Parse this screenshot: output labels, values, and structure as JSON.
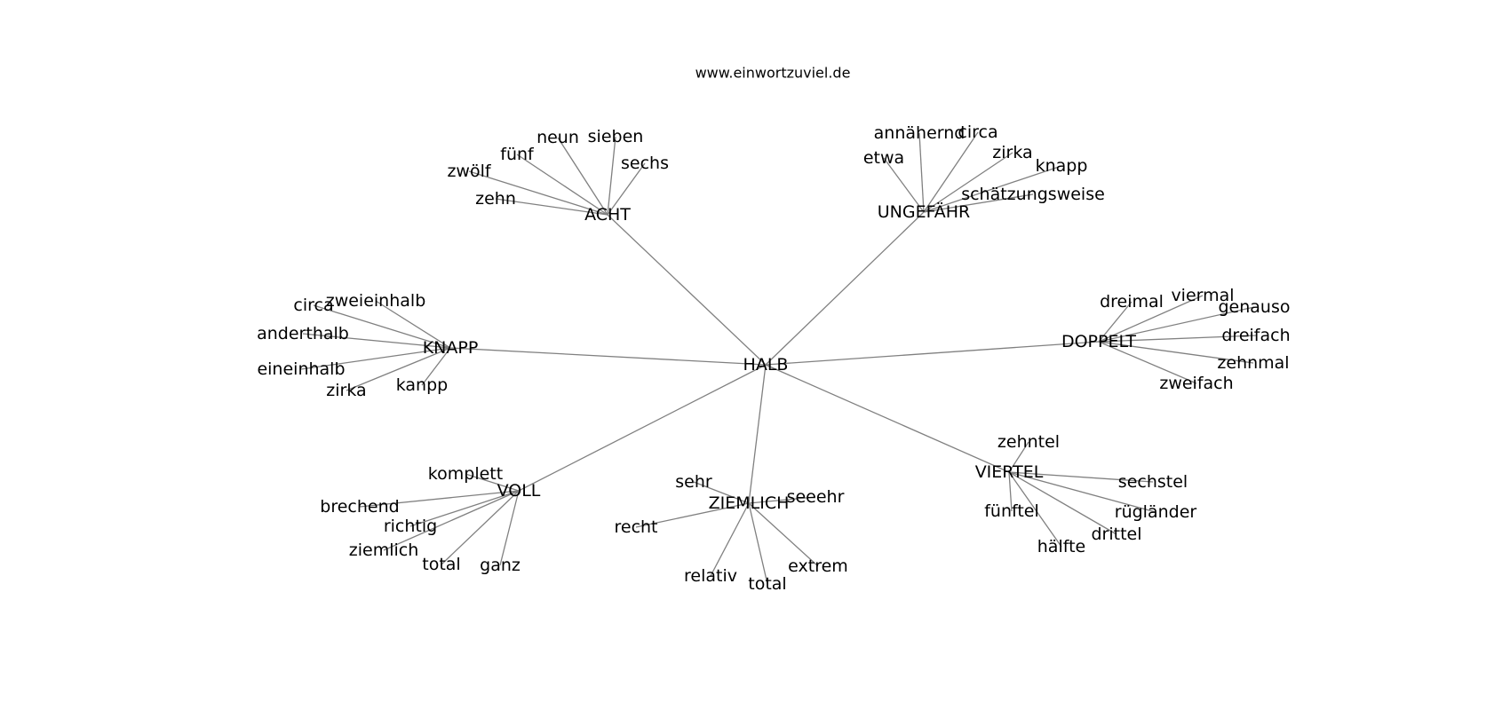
{
  "site_title": "www.einwortzuviel.de",
  "graph": {
    "root": "HALB",
    "hubs": [
      {
        "label": "ACHT",
        "leaves": [
          "zehn",
          "zwölf",
          "fünf",
          "neun",
          "sieben",
          "sechs"
        ]
      },
      {
        "label": "UNGEFÄHR",
        "leaves": [
          "etwa",
          "annähernd",
          "circa",
          "zirka",
          "knapp",
          "schätzungsweise"
        ]
      },
      {
        "label": "KNAPP",
        "leaves": [
          "zweieinhalb",
          "circa",
          "anderthalb",
          "eineinhalb",
          "zirka",
          "kanpp"
        ]
      },
      {
        "label": "DOPPELT",
        "leaves": [
          "dreimal",
          "viermal",
          "genauso",
          "dreifach",
          "zehnmal",
          "zweifach"
        ]
      },
      {
        "label": "VOLL",
        "leaves": [
          "komplett",
          "brechend",
          "richtig",
          "ziemlich",
          "total",
          "ganz"
        ]
      },
      {
        "label": "ZIEMLICH",
        "leaves": [
          "sehr",
          "seeehr",
          "recht",
          "relativ",
          "total",
          "extrem"
        ]
      },
      {
        "label": "VIERTEL",
        "leaves": [
          "zehntel",
          "sechstel",
          "rügländer",
          "fünftel",
          "drittel",
          "hälfte"
        ]
      }
    ]
  }
}
